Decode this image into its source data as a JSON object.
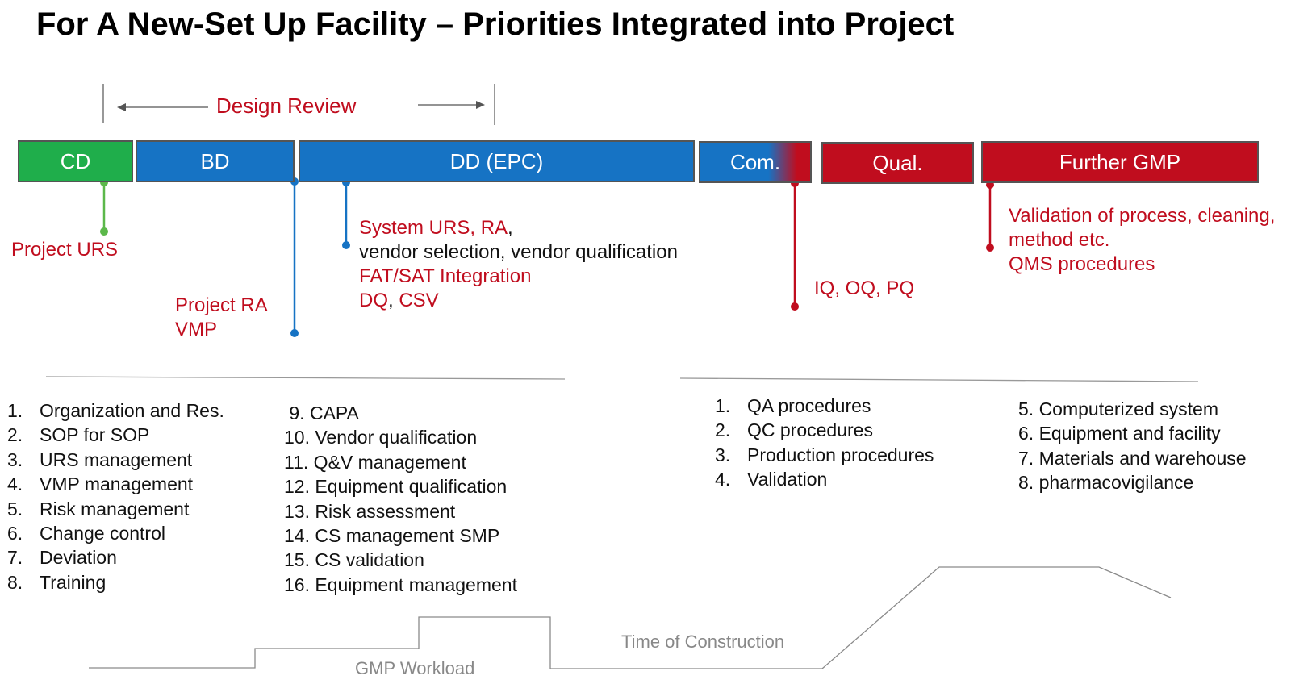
{
  "title": "For A New-Set Up Facility – Priorities Integrated into Project",
  "design_review": "Design Review",
  "phases": {
    "cd": "CD",
    "bd": "BD",
    "dd": "DD (EPC)",
    "com": "Com.",
    "qual": "Qual.",
    "gmp": "Further GMP"
  },
  "colors": {
    "green": "#1fae4b",
    "blue": "#1673c4",
    "red": "#c00d1e",
    "light_green": "#5cb84a"
  },
  "annotations": {
    "project_urs": "Project URS",
    "project_ra": "Project RA",
    "vmp": "VMP",
    "system_urs": "System URS, RA",
    "system_urs_comma": ",",
    "vendor": "vendor selection, vendor qualification",
    "fat_sat": "FAT/SAT Integration",
    "dq": "DQ",
    "dq_comma": ", ",
    "csv": "CSV",
    "iq_oq_pq": "IQ, OQ, PQ",
    "validation_line1": "Validation of process, cleaning,",
    "validation_line2": "method etc.",
    "qms": "QMS procedures"
  },
  "list_left_a": [
    {
      "num": "1.",
      "text": "Organization and Res."
    },
    {
      "num": "2.",
      "text": "SOP for SOP"
    },
    {
      "num": "3.",
      "text": "URS management"
    },
    {
      "num": "4.",
      "text": "VMP management"
    },
    {
      "num": "5.",
      "text": "Risk management"
    },
    {
      "num": "6.",
      "text": "Change control"
    },
    {
      "num": "7.",
      "text": "Deviation"
    },
    {
      "num": "8.",
      "text": "Training"
    }
  ],
  "list_left_b": [
    " 9. CAPA",
    "10. Vendor qualification",
    "11. Q&V management",
    "12. Equipment qualification",
    "13. Risk assessment",
    "14. CS management SMP",
    "15. CS validation",
    "16. Equipment management"
  ],
  "list_right_a": [
    {
      "num": "1.",
      "text": "QA procedures"
    },
    {
      "num": "2.",
      "text": "QC procedures"
    },
    {
      "num": "3.",
      "text": "Production procedures"
    },
    {
      "num": "4.",
      "text": "Validation"
    }
  ],
  "list_right_b": [
    "5. Computerized system",
    "6. Equipment and facility",
    "7. Materials and warehouse",
    "8. pharmacovigilance"
  ],
  "bottom_labels": {
    "gmp_workload": "GMP Workload",
    "time_of_construction": "Time of Construction"
  }
}
